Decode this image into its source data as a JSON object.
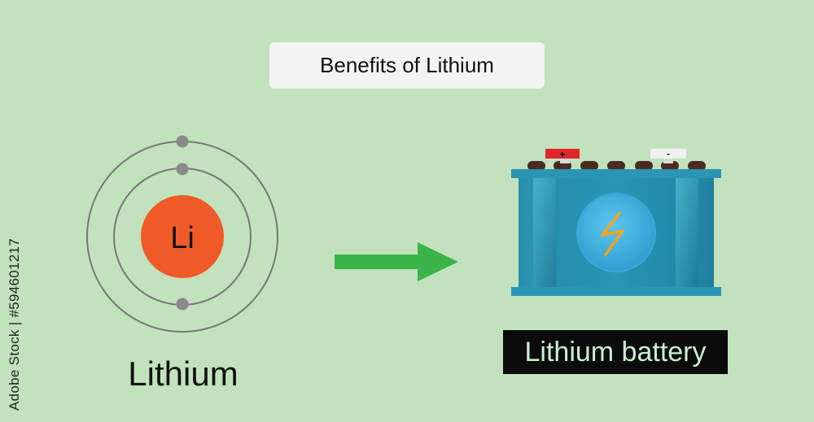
{
  "title": "Benefits of Lithium",
  "atom": {
    "symbol": "Li",
    "name": "Lithium"
  },
  "battery": {
    "label": "Lithium battery",
    "plus_sign": "+",
    "minus_sign": "-"
  },
  "side_credit": "Adobe Stock | #594601217",
  "colors": {
    "background": "#c2e2bd",
    "nucleus": "#f05a28",
    "arrow": "#3bb54a",
    "battery_body": "#2d98b4",
    "plus_terminal": "#e2242b"
  }
}
